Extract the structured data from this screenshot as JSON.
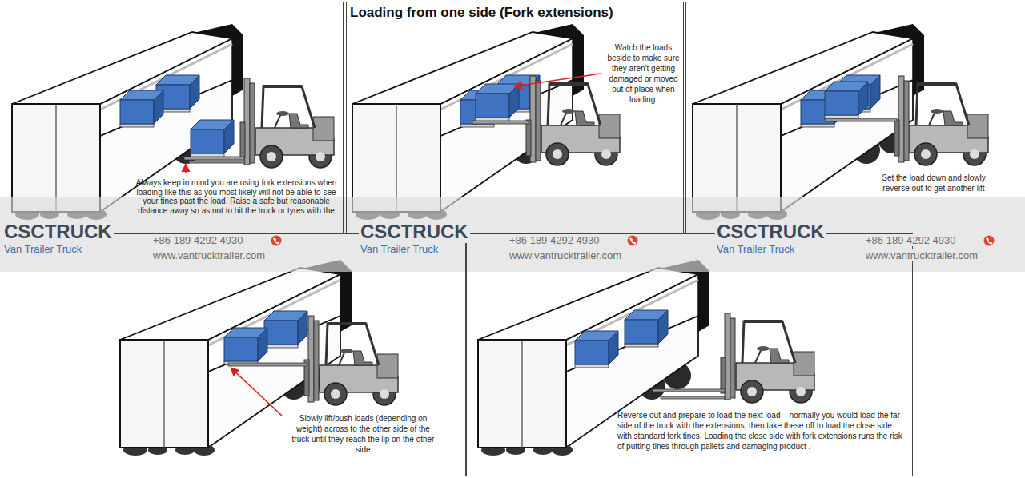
{
  "diagram": {
    "title": "Loading from one side (Fork extensions)",
    "nodes": [
      {
        "text": [
          "Always keep in mind you are using fork extensions when loading like this as you most likely will not be able to see your tines past the load. Raise a safe but reasonable distance away so as not to hit the truck or tyres with the"
        ]
      },
      {
        "text": [
          "Watch the loads beside to make sure they aren't getting damaged or moved out of place when loading."
        ]
      },
      {
        "text": [
          "Set the load down and slowly reverse out to get another lift"
        ]
      },
      {
        "text": [
          "Slowly lift/push loads (depending on weight) across to the other side of the truck until they reach the lip on the other side"
        ]
      },
      {
        "text": [
          "Reverse out and prepare to load the next load – normally you would load the far side of the truck with the extensions, then take these off to load the close side with standard fork tines. Loading the close side with fork extensions runs the risk of putting tines through pallets and damaging product ."
        ]
      }
    ],
    "labels": [
      "CSCTRUCK",
      "Van Trailer Truck",
      "+86 189 4292 4930",
      "www.vantrucktrailer.com",
      "CSCTRUCK",
      "Van Trailer Truck",
      "+86 189 4292 4930",
      "www.vantrucktrailer.com",
      "CSCTRUCK",
      "Van Trailer Truck",
      "+86 189 4292 4930",
      "www.vantrucktrailer.com"
    ]
  }
}
